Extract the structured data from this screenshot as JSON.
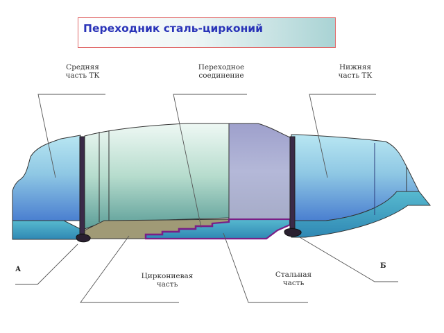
{
  "title": "Переходник сталь-цирконий",
  "labels": {
    "middle": [
      "Средняя",
      "часть ТК"
    ],
    "transition": [
      "Переходное",
      "соединение"
    ],
    "lower": [
      "Нижняя",
      "часть ТК"
    ],
    "zirconium": [
      "Циркониевая",
      "часть"
    ],
    "steel": [
      "Стальная",
      "часть"
    ],
    "a": "А",
    "b": "Б"
  },
  "colors": {
    "title_border": "#e06a6a",
    "title_text": "#2a34b8",
    "steel_outline": "#7a1f86",
    "zirconium": "#a09a76",
    "tube_blue": "#6a9ad6",
    "inner_cyan": "#3aa0c4",
    "rod_dark": "#3a2a48"
  }
}
